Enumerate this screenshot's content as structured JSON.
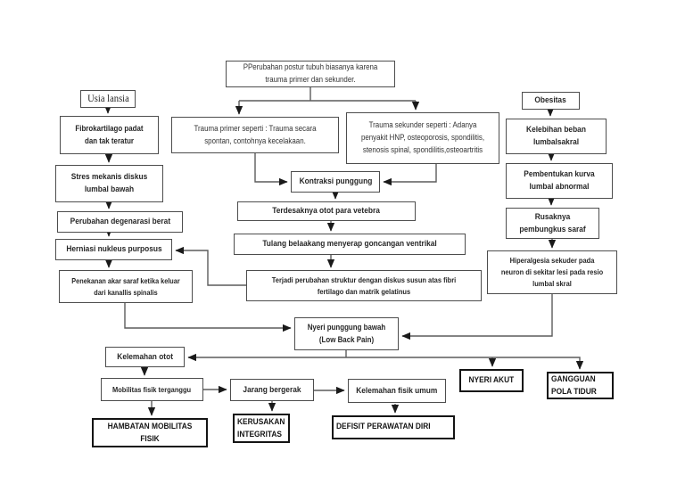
{
  "colors": {
    "background": "#ffffff",
    "box_border": "#4d4d4d",
    "diagnosis_box_border": "#141414",
    "line": "#5c5c5c",
    "text": "#262626"
  },
  "nodes": {
    "perubahan_postur": "PPerubahan postur tubuh biasanya karena trauma primer dan sekunder.",
    "usia_lansia": "Usia lansia",
    "fibrokartilago": "Fibrokartilago padat dan tak teratur",
    "stres_mekanis": "Stres mekanis diskus lumbal bawah",
    "perubahan_degenarasi": "Perubahan degenarasi berat",
    "herniasi": "Herniasi nukleus purposus",
    "penekanan": "Penekanan akar saraf ketika keluar dari kanallis spinalis",
    "trauma_primer": "Trauma primer seperti : Trauma secara spontan, contohnya kecelakaan.",
    "trauma_sekunder": "Trauma sekunder seperti : Adanya penyakit HNP, osteoporosis, spondilitis, stenosis spinal, spondilitis,osteoartritis",
    "kontraksi": "Kontraksi punggung",
    "terdesaknya": "Terdesaknya otot para vetebra",
    "tulang_belakang": "Tulang belaakang menyerap goncangan ventrikal",
    "terjadi_perubahan": "Terjadi perubahan struktur dengan diskus susun atas fibri fertilago dan matrik gelatinus",
    "obesitas": "Obesitas",
    "kelebihan_beban": "Kelebihan beban lumbalsakral",
    "pembentukan_kurva": "Pembentukan kurva lumbal abnormal",
    "rusaknya": "Rusaknya pembungkus saraf",
    "hiperalgesia": "Hiperalgesia sekuder pada neuron di sekitar lesi pada resio lumbal skral",
    "nyeri_punggung": "Nyeri punggung bawah (Low Back Pain)",
    "kelemahan_otot": "Kelemahan otot",
    "mobilitas_fisik": "Mobilitas fisik terganggu",
    "jarang_bergerak": "Jarang bergerak",
    "kelemahan_fisik": "Kelemahan fisik umum",
    "nyeri_akut": "NYERI AKUT",
    "gangguan_pola_tidur": "GANGGUAN POLA TIDUR",
    "hambatan_mobilitas": "HAMBATAN MOBILITAS FISIK",
    "kerusakan_integritas": "KERUSAKAN INTEGRITAS",
    "defisit_perawatan": "DEFISIT PERAWATAN DIRI"
  },
  "edges": [
    {
      "from": "perubahan_postur",
      "to": "trauma_primer"
    },
    {
      "from": "perubahan_postur",
      "to": "trauma_sekunder"
    },
    {
      "from": "usia_lansia",
      "to": "fibrokartilago"
    },
    {
      "from": "fibrokartilago",
      "to": "stres_mekanis"
    },
    {
      "from": "stres_mekanis",
      "to": "perubahan_degenarasi"
    },
    {
      "from": "perubahan_degenarasi",
      "to": "herniasi"
    },
    {
      "from": "herniasi",
      "to": "penekanan"
    },
    {
      "from": "penekanan",
      "to": "nyeri_punggung"
    },
    {
      "from": "trauma_primer",
      "to": "kontraksi"
    },
    {
      "from": "trauma_sekunder",
      "to": "kontraksi"
    },
    {
      "from": "kontraksi",
      "to": "terdesaknya"
    },
    {
      "from": "terdesaknya",
      "to": "tulang_belakang"
    },
    {
      "from": "tulang_belakang",
      "to": "terjadi_perubahan"
    },
    {
      "from": "terjadi_perubahan",
      "to": "herniasi"
    },
    {
      "from": "obesitas",
      "to": "kelebihan_beban"
    },
    {
      "from": "kelebihan_beban",
      "to": "pembentukan_kurva"
    },
    {
      "from": "pembentukan_kurva",
      "to": "rusaknya"
    },
    {
      "from": "rusaknya",
      "to": "hiperalgesia"
    },
    {
      "from": "hiperalgesia",
      "to": "nyeri_punggung"
    },
    {
      "from": "nyeri_punggung",
      "to": "kelemahan_otot"
    },
    {
      "from": "nyeri_punggung",
      "to": "nyeri_akut"
    },
    {
      "from": "nyeri_punggung",
      "to": "gangguan_pola_tidur"
    },
    {
      "from": "kelemahan_otot",
      "to": "mobilitas_fisik"
    },
    {
      "from": "mobilitas_fisik",
      "to": "jarang_bergerak"
    },
    {
      "from": "jarang_bergerak",
      "to": "kelemahan_fisik"
    },
    {
      "from": "mobilitas_fisik",
      "to": "hambatan_mobilitas"
    },
    {
      "from": "jarang_bergerak",
      "to": "kerusakan_integritas"
    },
    {
      "from": "kelemahan_fisik",
      "to": "defisit_perawatan"
    }
  ]
}
